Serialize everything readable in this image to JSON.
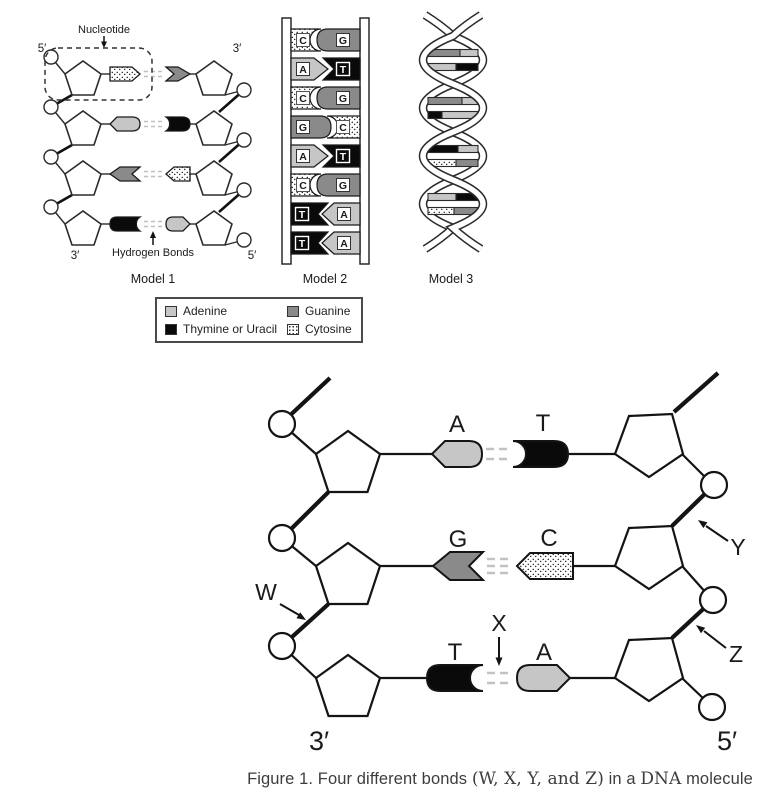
{
  "colors": {
    "adenine": "#c6c6c6",
    "guanine": "#8a8a8a",
    "thymine_or_uracil": "#0a0a0a",
    "cytosine": "stippled-white",
    "outline": "#141414",
    "hydrogen_bond_dash": "#bfbfbf",
    "background": "#ffffff"
  },
  "models": {
    "model1": {
      "caption": "Model 1",
      "nucleotide_label": "Nucleotide",
      "hydrogen_bonds_label": "Hydrogen Bonds",
      "corner_labels": {
        "top_left": "5′",
        "top_right": "3′",
        "bottom_left": "3′",
        "bottom_right": "5′"
      },
      "base_pairs": [
        [
          "C",
          "G"
        ],
        [
          "A",
          "T"
        ],
        [
          "G",
          "C"
        ],
        [
          "T",
          "A"
        ]
      ]
    },
    "model2": {
      "caption": "Model 2",
      "rows": [
        {
          "left": "C",
          "right": "G"
        },
        {
          "left": "A",
          "right": "T"
        },
        {
          "left": "C",
          "right": "G"
        },
        {
          "left": "G",
          "right": "C"
        },
        {
          "left": "A",
          "right": "T"
        },
        {
          "left": "C",
          "right": "G"
        },
        {
          "left": "T",
          "right": "A"
        },
        {
          "left": "T",
          "right": "A"
        }
      ]
    },
    "model3": {
      "caption": "Model 3"
    }
  },
  "legend": {
    "items": [
      {
        "id": "adenine",
        "label": "Adenine"
      },
      {
        "id": "guanine",
        "label": "Guanine"
      },
      {
        "id": "thymine",
        "label": "Thymine or Uracil"
      },
      {
        "id": "cytosine",
        "label": "Cytosine"
      }
    ]
  },
  "figure1": {
    "rows": [
      {
        "left_base": "A",
        "right_base": "T"
      },
      {
        "left_base": "G",
        "right_base": "C"
      },
      {
        "left_base": "T",
        "right_base": "A"
      }
    ],
    "bond_labels": {
      "w": "W",
      "x": "X",
      "y": "Y",
      "z": "Z"
    },
    "strand_labels": {
      "three_prime": "3′",
      "five_prime": "5′"
    },
    "caption": {
      "prefix": "Figure 1. Four different bonds ",
      "bonds_serif": "(W, X, Y, and Z)",
      "middle": " in a ",
      "dna_serif": "DNA",
      "suffix": " molecule"
    }
  }
}
